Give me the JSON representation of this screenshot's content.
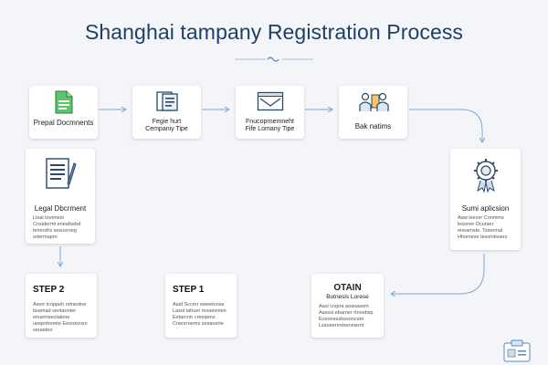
{
  "title": "Shanghai tampany Registration Process",
  "cards": {
    "prepare_documents": {
      "label": "Prepal Docmnents"
    },
    "register_type": {
      "label_line1": "Fegie hurt",
      "label_line2": "Cempaniy Tipe"
    },
    "company_type": {
      "label_line1": "Fnucoprnemneht",
      "label_line2": "Fife Lomany Tipe"
    },
    "bank": {
      "label": "Bak natims"
    },
    "legal_document": {
      "label": "Legal Dbcrment",
      "body": "Ltsal tovenest Cnsidermt eneafsebd temosfrs sesusrneg srtermaprn"
    },
    "submit_application": {
      "label": "Sumi aplicsion",
      "body": "Aaw leecer Conmms lesoree Ocuraer eneamste. Tssermal Hhomese tessmtssers"
    },
    "step2": {
      "label": "STEP 2",
      "body": "Aserr tcoppeh rstnestne bsamad sentaonter enuemseclatene ueepntremte Eeonsvnsn seraeteo"
    },
    "step1": {
      "label": "STEP 1",
      "body": "Aaid Sccrer eweetonse Lasol tahuer ressesmen Eetarcntr creeqens Cnenrroems sesanerte"
    },
    "obtain_license": {
      "label": "OTAIN",
      "sublabel": "Butnesls Lorese",
      "body": "Aasi crspra aoanasem Aasssi ebarner rtnoebsp Eceonessbssoncam Lssoeerrrebersnemt"
    }
  }
}
